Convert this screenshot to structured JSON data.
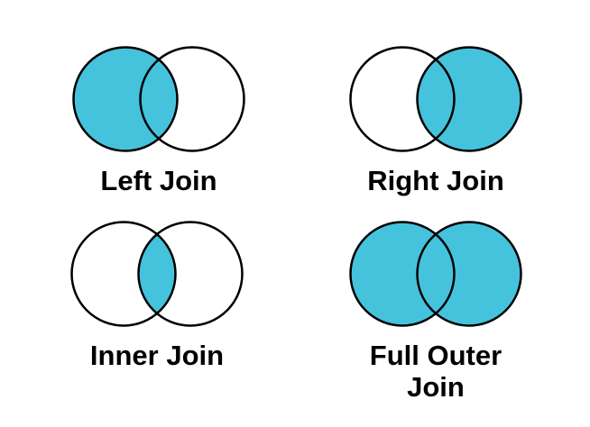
{
  "page": {
    "background_color": "#ffffff"
  },
  "colors": {
    "venn_fill": "#45C3DC",
    "venn_stroke": "#000000",
    "caption_text": "#000000"
  },
  "diagrams": [
    {
      "id": "left-join",
      "label": "Left Join",
      "filled_region": "left"
    },
    {
      "id": "right-join",
      "label": "Right Join",
      "filled_region": "right"
    },
    {
      "id": "inner-join",
      "label": "Inner Join",
      "filled_region": "intersection"
    },
    {
      "id": "full-outer-join",
      "label": "Full Outer Join",
      "filled_region": "both"
    }
  ]
}
